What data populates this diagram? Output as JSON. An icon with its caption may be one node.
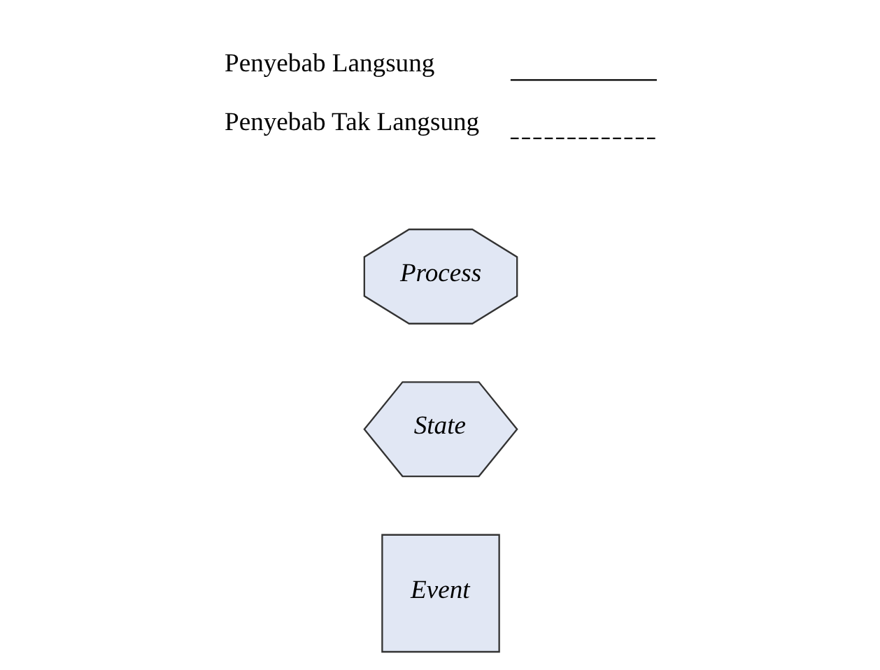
{
  "diagram": {
    "nodes": [
      {
        "text": [
          "Event"
        ]
      },
      {
        "text": [
          "State"
        ]
      },
      {
        "text": [
          "Process"
        ]
      }
    ],
    "edges": [],
    "legend": [
      {
        "text": "Penyebab Langsung"
      },
      {
        "text": "Penyebab Tak Langsung"
      }
    ]
  }
}
